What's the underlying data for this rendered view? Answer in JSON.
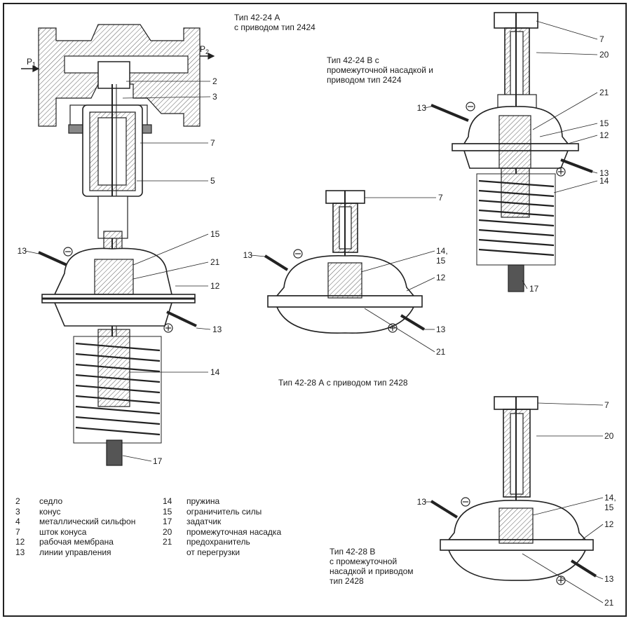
{
  "captions": {
    "type_a_2424": "Тип 42-24 А\nс приводом тип 2424",
    "type_b_2424": "Тип 42-24 В с\nпромежуточной насадкой и\nприводом тип 2424",
    "type_a_2428": "Тип 42-28 А с приводом тип 2428",
    "type_b_2428": "Тип 42-28 В\nс промежуточной\nнасадкой и приводом\nтип 2428"
  },
  "pressure": {
    "p1": "P",
    "p1_sub": "1",
    "p2": "P",
    "p2_sub": "2"
  },
  "callouts": {
    "d1": [
      "2",
      "3",
      "7",
      "5",
      "15",
      "21",
      "12",
      "13",
      "13",
      "14",
      "17"
    ],
    "d2": [
      "7",
      "20",
      "21",
      "15",
      "12",
      "13",
      "13",
      "14",
      "17"
    ],
    "d3": [
      "7",
      "13",
      "14,\n15",
      "12",
      "13",
      "21"
    ],
    "d4": [
      "7",
      "20",
      "13",
      "14,\n15",
      "12",
      "13",
      "21"
    ]
  },
  "legend": {
    "left": [
      {
        "num": "2",
        "text": "седло"
      },
      {
        "num": "3",
        "text": "конус"
      },
      {
        "num": "4",
        "text": "металлический сильфон"
      },
      {
        "num": "7",
        "text": "шток конуса"
      },
      {
        "num": "12",
        "text": "рабочая мембрана"
      },
      {
        "num": "13",
        "text": "линии управления"
      }
    ],
    "right": [
      {
        "num": "14",
        "text": "пружина"
      },
      {
        "num": "15",
        "text": "ограничитель силы"
      },
      {
        "num": "17",
        "text": "задатчик"
      },
      {
        "num": "20",
        "text": "промежуточная насадка"
      },
      {
        "num": "21",
        "text": "предохранитель\nот перегрузки"
      }
    ]
  }
}
